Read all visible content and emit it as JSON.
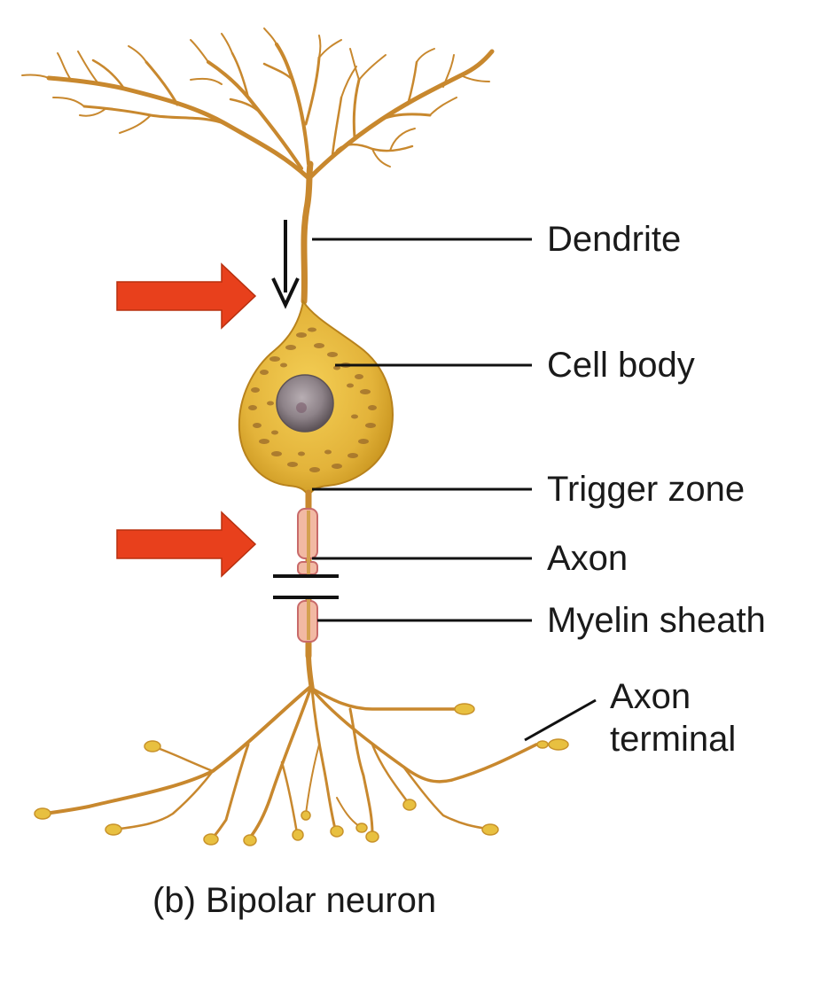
{
  "labels": {
    "dendrite": "Dendrite",
    "cell_body": "Cell body",
    "trigger_zone": "Trigger zone",
    "axon": "Axon",
    "myelin_sheath": "Myelin sheath",
    "axon_terminal_line1": "Axon",
    "axon_terminal_line2": "terminal"
  },
  "caption": "(b) Bipolar neuron",
  "colors": {
    "neuron_branch": "#c8882e",
    "cell_body_fill": "#e8b83a",
    "nucleus": "#8a7f86",
    "myelin": "#f2b9a3",
    "terminal_bulb": "#e8c040",
    "red_arrow": "#e8401c",
    "leader_line": "#111111"
  }
}
